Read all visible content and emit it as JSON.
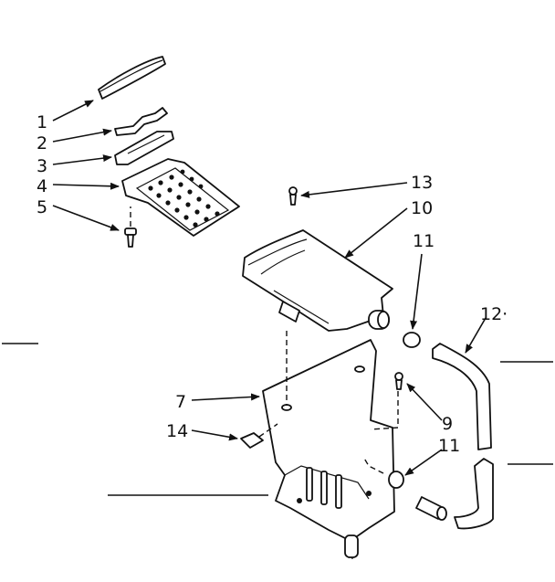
{
  "callouts": [
    {
      "id": "1",
      "text": "1"
    },
    {
      "id": "2",
      "text": "2"
    },
    {
      "id": "3",
      "text": "3"
    },
    {
      "id": "4",
      "text": "4"
    },
    {
      "id": "5",
      "text": "5"
    },
    {
      "id": "13",
      "text": "13"
    },
    {
      "id": "10",
      "text": "10"
    },
    {
      "id": "11a",
      "text": "11"
    },
    {
      "id": "12",
      "text": "12·"
    },
    {
      "id": "7",
      "text": "7"
    },
    {
      "id": "14",
      "text": "14"
    },
    {
      "id": "9",
      "text": "9"
    },
    {
      "id": "11b",
      "text": "11"
    }
  ]
}
